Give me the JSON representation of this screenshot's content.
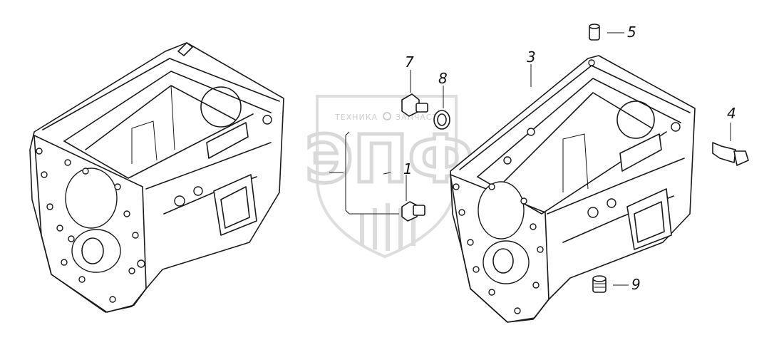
{
  "watermark": {
    "top_left": "ТЕХНИКА",
    "top_right": "ЗАПЧАСТИ",
    "big": "ЭПФ"
  },
  "callouts": [
    {
      "id": "c1",
      "label": "1"
    },
    {
      "id": "c3",
      "label": "3"
    },
    {
      "id": "c4",
      "label": "4"
    },
    {
      "id": "c5",
      "label": "5"
    },
    {
      "id": "c7",
      "label": "7"
    },
    {
      "id": "c8",
      "label": "8"
    },
    {
      "id": "c9",
      "label": "9"
    }
  ],
  "colors": {
    "ink": "#1a1a1a",
    "watermark": "#d9d9d9",
    "background": "#ffffff"
  }
}
